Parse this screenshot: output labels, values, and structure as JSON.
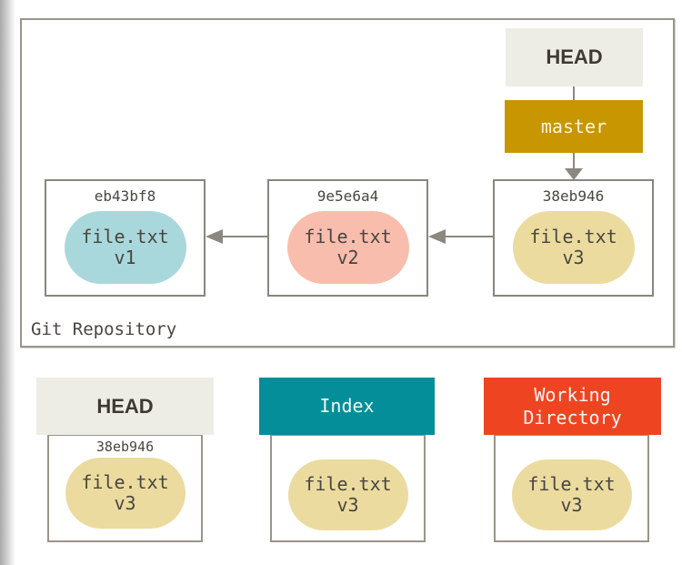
{
  "diagram": {
    "repository": {
      "label": "Git Repository",
      "head_ref": "HEAD",
      "branch_ref": "master",
      "commits": [
        {
          "hash": "eb43bf8",
          "file": "file.txt",
          "version": "v1"
        },
        {
          "hash": "9e5e6a4",
          "file": "file.txt",
          "version": "v2"
        },
        {
          "hash": "38eb946",
          "file": "file.txt",
          "version": "v3"
        }
      ]
    },
    "trees": [
      {
        "label": "HEAD",
        "hash": "38eb946",
        "file": "file.txt",
        "version": "v3"
      },
      {
        "label": "Index",
        "file": "file.txt",
        "version": "v3"
      },
      {
        "label": "Working Directory",
        "file": "file.txt",
        "version": "v3"
      }
    ],
    "colors": {
      "branch_bg": "#C79600",
      "head_bg": "#EEEDE5",
      "index_bg": "#038E99",
      "workdir_bg": "#EE4422",
      "blob_v1": "#A9D8DC",
      "blob_v2": "#F8BDAD",
      "blob_v3": "#EBDB9F",
      "line": "#8C8880",
      "text": "#4A4640"
    }
  }
}
